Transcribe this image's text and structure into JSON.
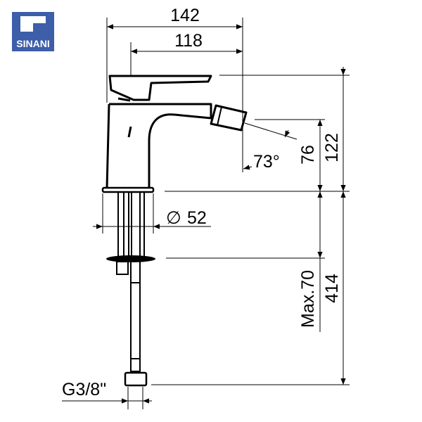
{
  "logo": {
    "text": "SINANI",
    "color": "#3d5ea8"
  },
  "dimensions": {
    "overall_width": "142",
    "spout_reach": "118",
    "spout_angle": "73°",
    "spout_height": "76",
    "total_height": "122",
    "base_diameter": "52",
    "diameter_symbol": "∅",
    "max_deck_thickness": "Max.70",
    "hose_length": "414",
    "connection_thread": "G3/8\""
  }
}
